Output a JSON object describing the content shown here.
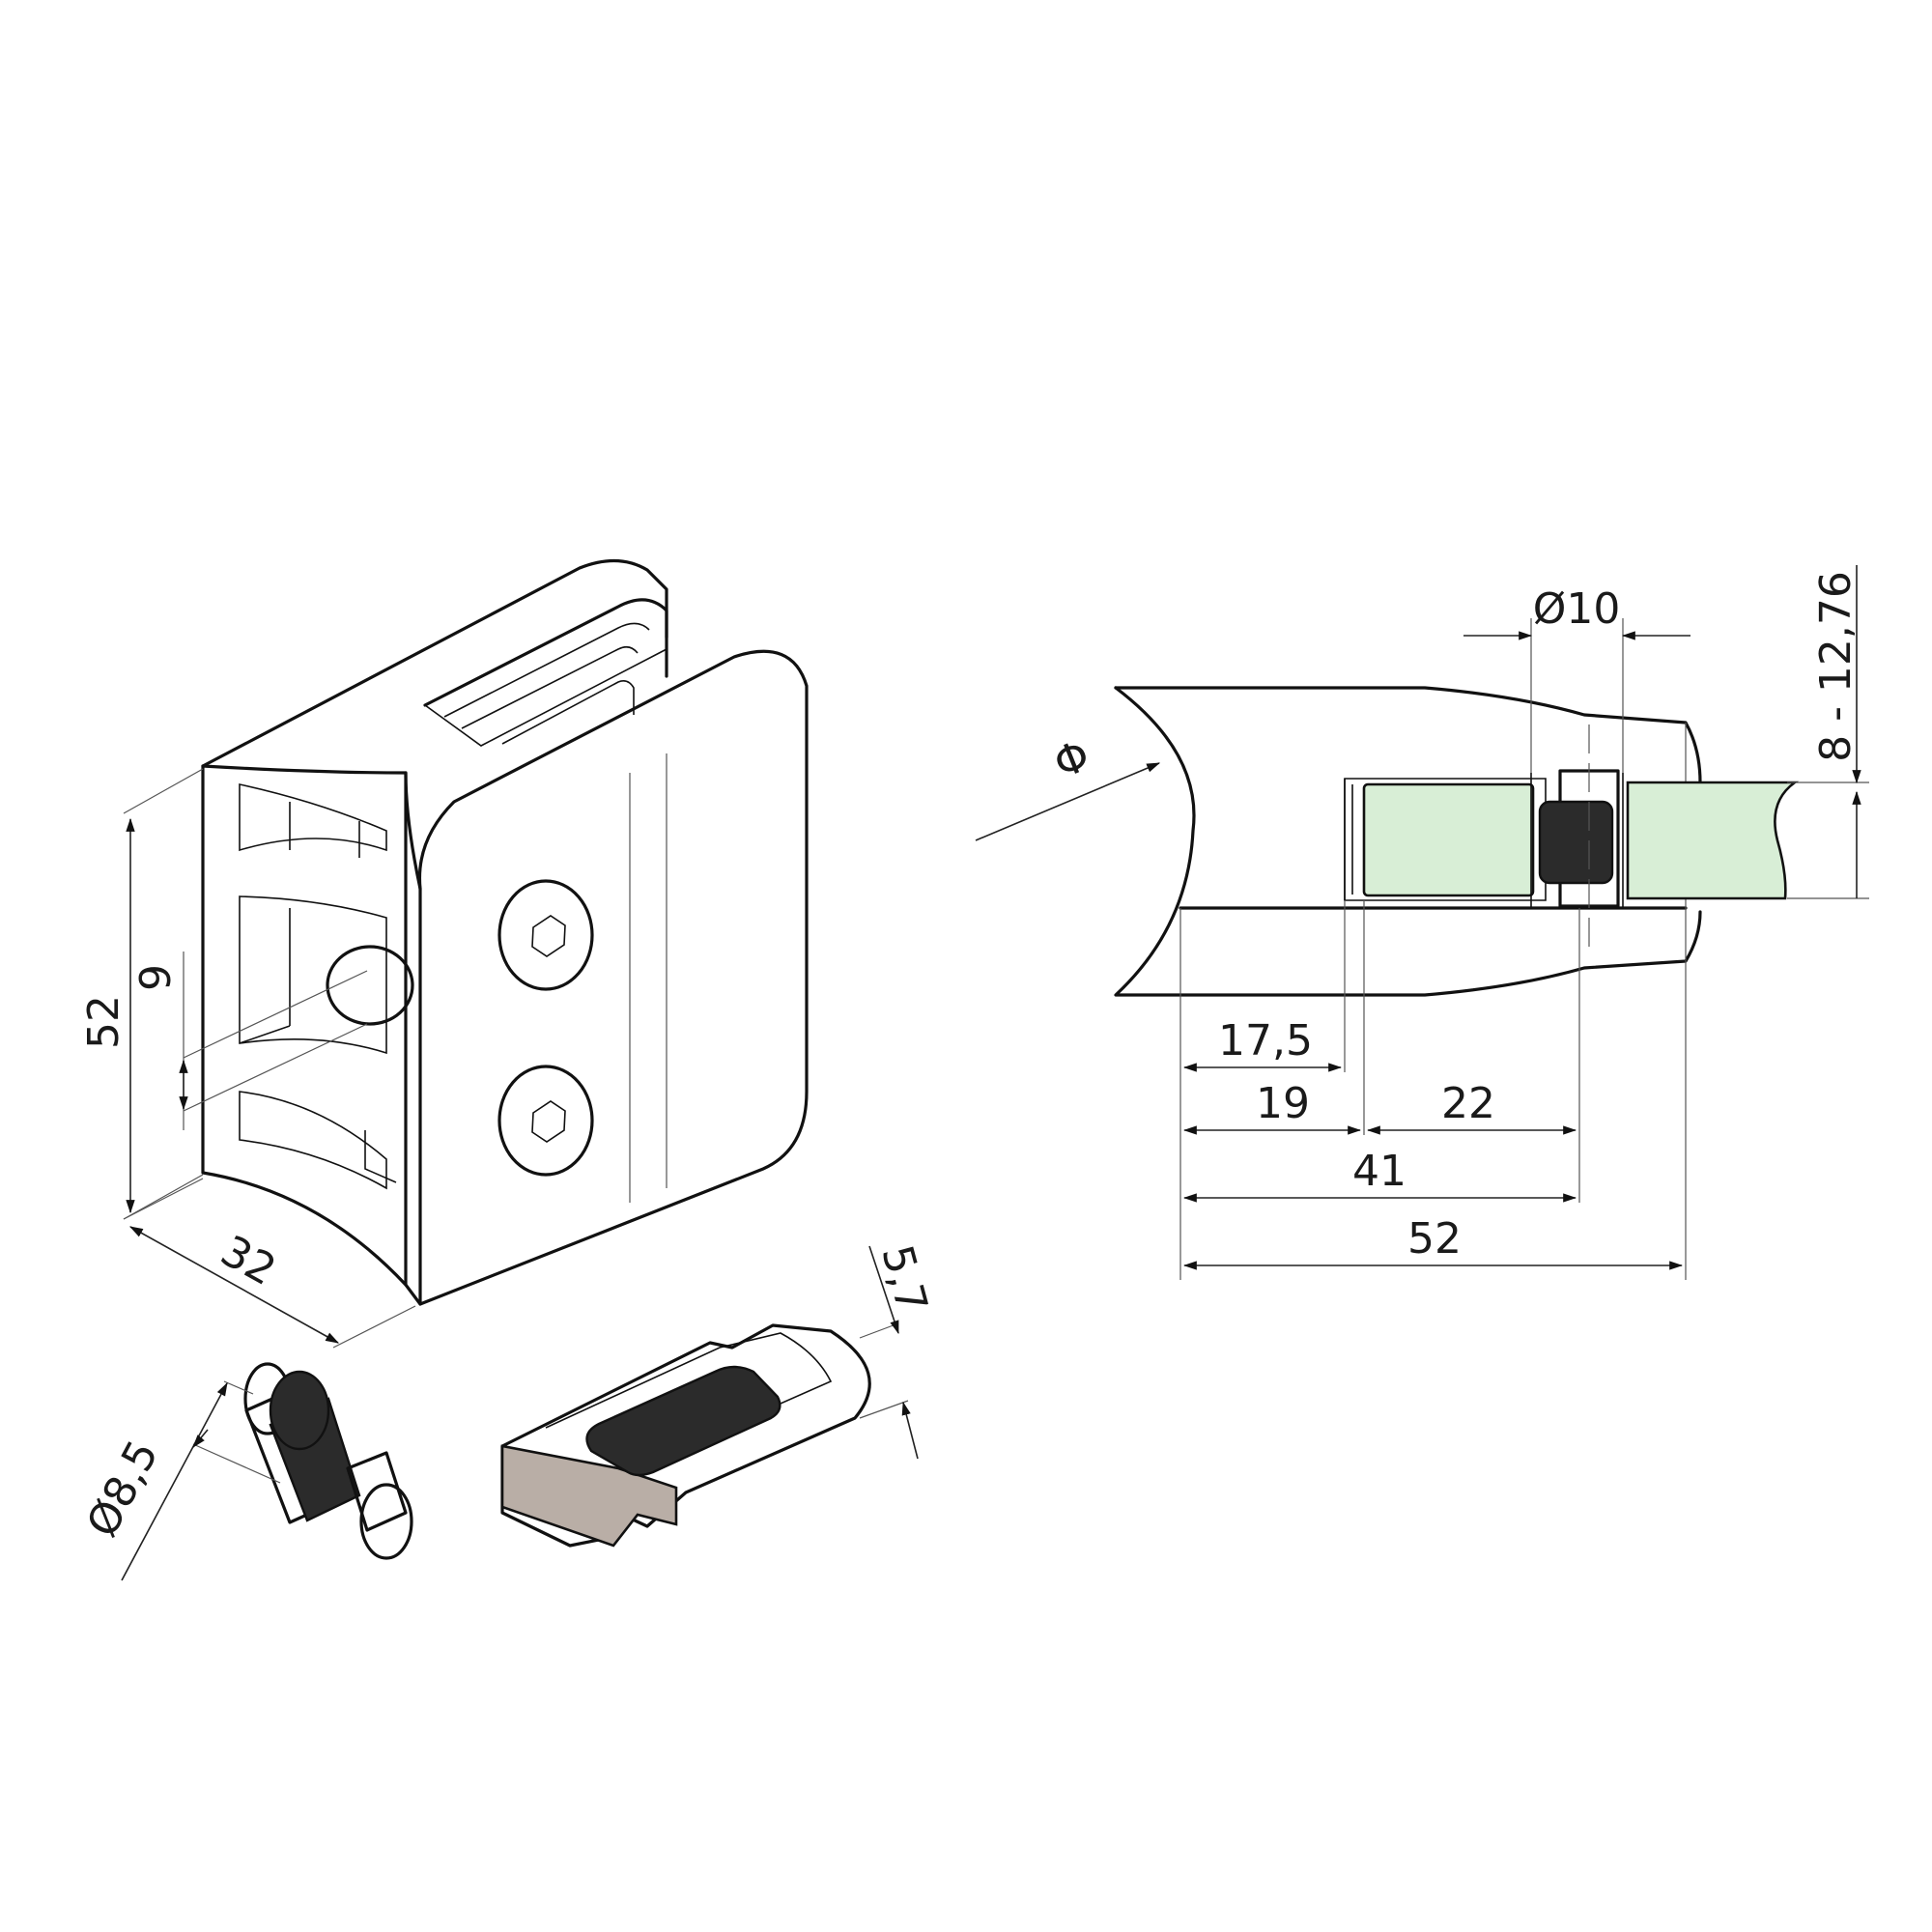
{
  "colors": {
    "line": "#111111",
    "glass": "#d8eed6",
    "rubber": "#2b2b2b",
    "pad_side": "#b9aea6",
    "background": "#ffffff"
  },
  "iso_view": {
    "dim_height": "52",
    "dim_depth": "32",
    "dim_hole": "9",
    "screw_icon": "hex-socket-screw-icon"
  },
  "pin": {
    "dim_diameter": "Ø8,5"
  },
  "pad": {
    "dim_thickness": "5,7"
  },
  "section_view": {
    "dim_tube_diameter": "Φ",
    "dim_pin_diameter": "Ø10",
    "dim_glass_thickness": "8 - 12,76",
    "dim_17_5": "17,5",
    "dim_19": "19",
    "dim_22": "22",
    "dim_41": "41",
    "dim_52": "52"
  }
}
